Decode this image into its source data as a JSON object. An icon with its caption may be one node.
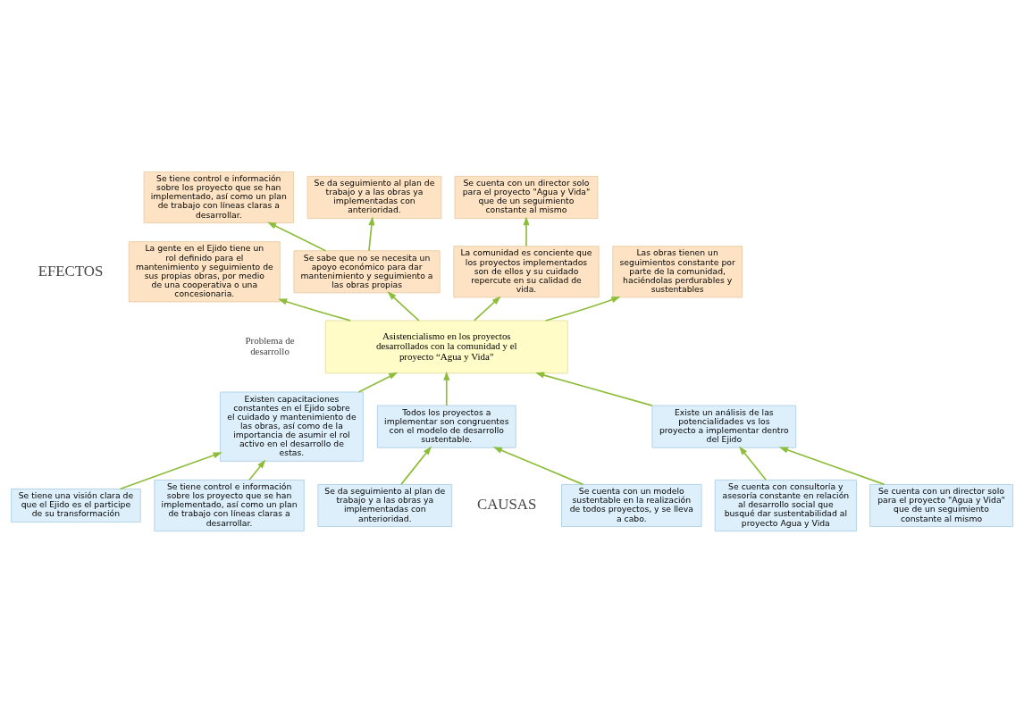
{
  "diagram": {
    "nodes": [
      {
        "text": [
          "Se tiene control e información sobre los proyecto que se han implementado, así como un plan de trabajo con líneas claras a desarrollar."
        ]
      },
      {
        "text": [
          "Se da seguimiento al plan de trabajo y a las obras ya implementadas con anterioridad."
        ]
      },
      {
        "text": [
          "Se cuenta con un director solo para el proyecto \"Agua y Vida\" que de un seguimiento constante al mismo"
        ]
      },
      {
        "text": [
          "La gente en el Ejido tiene un rol definido para el mantenimiento y seguimiento de sus propias obras, por medio de una cooperativa o una concesionaria."
        ]
      },
      {
        "text": [
          "Se sabe que no se necesita un apoyo económico para dar mantenimiento y seguimiento a las obras propias"
        ]
      },
      {
        "text": [
          "La comunidad es conciente que los proyectos implementados son de ellos y su cuidado repercute en su calidad de vida."
        ]
      },
      {
        "text": [
          "Las obras tienen un seguimientos constante por parte de la comunidad, haciéndolas perdurables y sustentables"
        ]
      },
      {
        "text": [
          "Asistencialismo en los proyectos desarrollados con la comunidad y el proyecto “Agua y Vida”"
        ]
      },
      {
        "text": [
          "Existen capacitaciones constantes en el Ejido sobre el cuidado y mantenimiento de las obras, así como de la importancia de asumir el rol activo en el desarrollo de estas."
        ]
      },
      {
        "text": [
          "Todos los proyectos a implementar son congruentes con el modelo de desarrollo sustentable."
        ]
      },
      {
        "text": [
          "Existe un análisis de las potencialidades vs los proyecto a implementar dentro del Ejido"
        ]
      },
      {
        "text": [
          "Se tiene una visión clara de que el Ejido es el participe de su transformación"
        ]
      },
      {
        "text": [
          "Se cuenta con un modelo sustentable en la realización de todos proyectos, y se lleva a cabo."
        ]
      },
      {
        "text": [
          "Se cuenta con consultoría y asesoría constante en relación al desarrollo social que busqué dar sustentabilidad al proyecto Agua y Vida"
        ]
      },
      {
        "text": [
          "Se tiene control e información sobre los proyecto que se han implementado, así como un plan de trabajo con líneas claras a desarrollar."
        ]
      },
      {
        "text": [
          "Se da seguimiento al plan de trabajo y a las obras ya implementadas con anterioridad."
        ]
      },
      {
        "text": [
          "Se cuenta con un director solo para el proyecto \"Agua y Vida\" que de un seguimiento constante al mismo"
        ]
      }
    ],
    "edges": [
      {
        "from": 7,
        "to": 3,
        "arrow": "to"
      },
      {
        "from": 7,
        "to": 4,
        "arrow": "to"
      },
      {
        "from": 7,
        "to": 5,
        "arrow": "to"
      },
      {
        "from": 7,
        "to": 6,
        "arrow": "to"
      },
      {
        "from": 4,
        "to": 0,
        "arrow": "to"
      },
      {
        "from": 4,
        "to": 1,
        "arrow": "to"
      },
      {
        "from": 5,
        "to": 2,
        "arrow": "to"
      },
      {
        "from": 8,
        "to": 7,
        "arrow": "to"
      },
      {
        "from": 9,
        "to": 7,
        "arrow": "to"
      },
      {
        "from": 10,
        "to": 7,
        "arrow": "to"
      },
      {
        "from": 11,
        "to": 8,
        "arrow": "to"
      },
      {
        "from": 14,
        "to": 8,
        "arrow": "to"
      },
      {
        "from": 12,
        "to": 9,
        "arrow": "to"
      },
      {
        "from": 15,
        "to": 9,
        "arrow": "to"
      },
      {
        "from": 16,
        "to": 10,
        "arrow": "to"
      },
      {
        "from": 13,
        "to": 10,
        "arrow": "to"
      }
    ],
    "labels": [
      "EFECTOS",
      "Problema de desarrollo",
      "CAUSAS"
    ]
  }
}
